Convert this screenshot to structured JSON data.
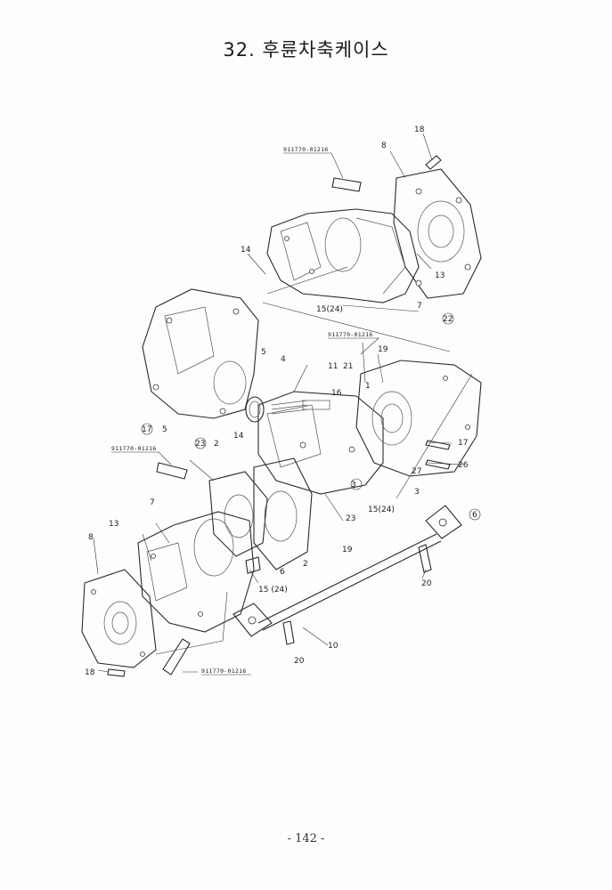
{
  "title": "32. 후륜차축케이스",
  "page_number": "- 142 -",
  "callouts": {
    "c1": "18",
    "c2": "8",
    "c3": "14",
    "c4": "13",
    "c5": "15(24)",
    "c6": "7",
    "c7": "22",
    "c8": "5",
    "c9": "4",
    "c10": "11",
    "c11": "16",
    "c12": "21",
    "c13": "19",
    "c14": "1",
    "c15": "17",
    "c16": "5",
    "c17": "23",
    "c18": "2",
    "c19": "14",
    "c20": "17",
    "c21": "26",
    "c22": "27",
    "c23": "3",
    "c24": "3",
    "c25": "15(24)",
    "c26": "23",
    "c27": "19",
    "c28": "6",
    "c29": "2",
    "c30": "15 (24)",
    "c31": "7",
    "c32": "13",
    "c33": "8",
    "c34": "20",
    "c35": "10",
    "c36": "20",
    "c37": "18",
    "c38": "6"
  },
  "codes": {
    "k1": "911770-01216",
    "k2": "911770-01216",
    "k3": "911770-01216",
    "k4": "911770-01216"
  }
}
